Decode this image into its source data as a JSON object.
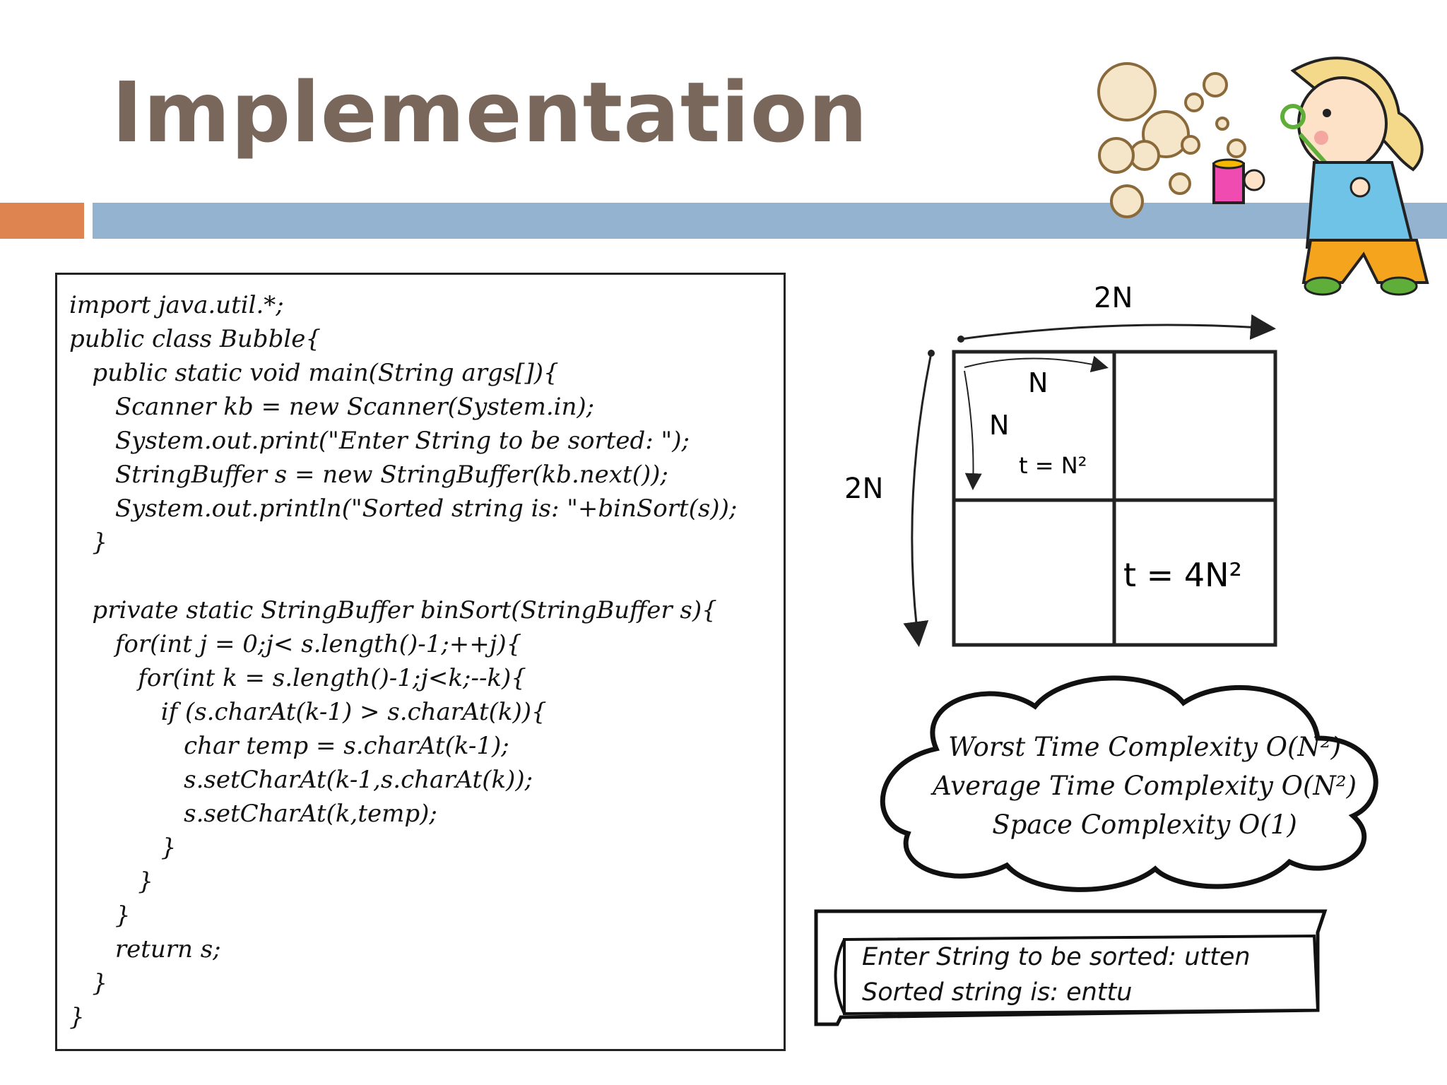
{
  "slide": {
    "title": "Implementation",
    "colors": {
      "title": "#7a675b",
      "accent_orange": "#dd8451",
      "accent_blue": "#93b3d1"
    }
  },
  "code": {
    "lines": [
      "import java.util.*;",
      "public class Bubble{",
      "   public static void main(String args[]){",
      "      Scanner kb = new Scanner(System.in);",
      "      System.out.print(\"Enter String to be sorted: \");",
      "      StringBuffer s = new StringBuffer(kb.next());",
      "      System.out.println(\"Sorted string is: \"+binSort(s));",
      "   }",
      "",
      "   private static StringBuffer binSort(StringBuffer s){",
      "      for(int j = 0;j< s.length()-1;++j){",
      "         for(int k = s.length()-1;j<k;--k){",
      "            if (s.charAt(k-1) > s.charAt(k)){",
      "               char temp = s.charAt(k-1);",
      "               s.setCharAt(k-1,s.charAt(k));",
      "               s.setCharAt(k,temp);",
      "            }",
      "         }",
      "      }",
      "      return s;",
      "   }",
      "}"
    ]
  },
  "grid_diagram": {
    "top_label": "2N",
    "left_label": "2N",
    "inner_top_label": "N",
    "inner_left_label": "N",
    "small_time": "t = N²",
    "large_time": "t = 4N²"
  },
  "complexity": {
    "worst": "Worst Time Complexity O(N²)",
    "average": "Average Time Complexity O(N²)",
    "space": "Space Complexity O(1)"
  },
  "output": {
    "line1": "Enter String to be sorted: utten",
    "line2": "Sorted string is: enttu"
  },
  "illustration": {
    "icon": "girl-blowing-bubbles-icon"
  }
}
